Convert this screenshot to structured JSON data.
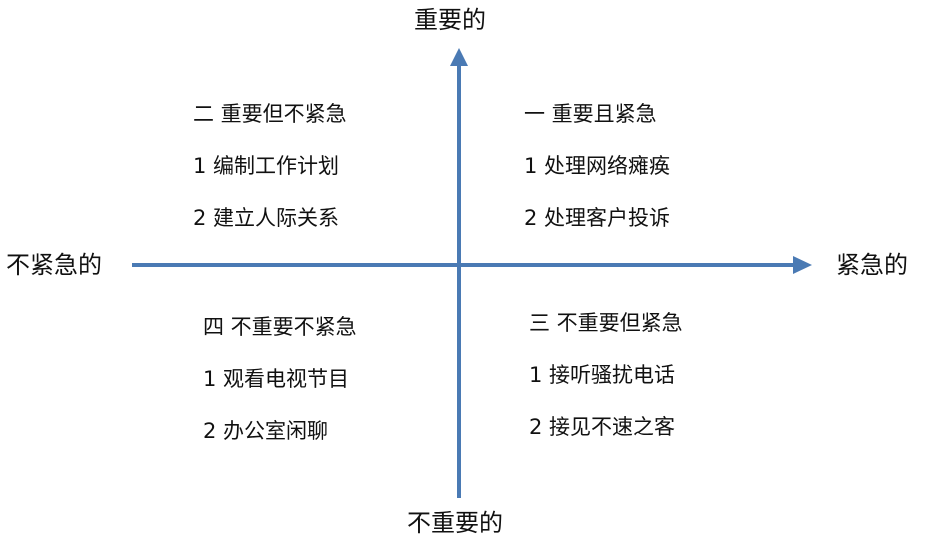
{
  "axes": {
    "top": "重要的",
    "bottom": "不重要的",
    "left": "不紧急的",
    "right": "紧急的",
    "line_color": "#4a7ab4"
  },
  "quadrants": {
    "top_right": {
      "title": "一 重要且紧急",
      "items": [
        "1 处理网络瘫痪",
        "2 处理客户投诉"
      ]
    },
    "top_left": {
      "title": "二 重要但不紧急",
      "items": [
        "1 编制工作计划",
        "2 建立人际关系"
      ]
    },
    "bottom_right": {
      "title": "三 不重要但紧急",
      "items": [
        "1 接听骚扰电话",
        "2 接见不速之客"
      ]
    },
    "bottom_left": {
      "title": "四 不重要不紧急",
      "items": [
        "1 观看电视节目",
        "2 办公室闲聊"
      ]
    }
  }
}
